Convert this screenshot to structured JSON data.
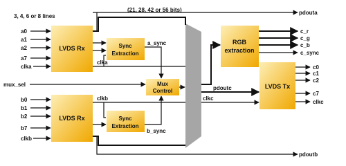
{
  "diagram": {
    "lines_note": "3, 4, 6 or 8 lines",
    "bits_note": "(21, 28, 42 or 56 bits)",
    "blocks": {
      "lvds_rx_a": "LVDS Rx",
      "lvds_rx_b": "LVDS Rx",
      "sync_a": [
        "Sync",
        "Extraction"
      ],
      "sync_b": [
        "Sync",
        "Extraction"
      ],
      "mux": [
        "Mux",
        "Control"
      ],
      "rgb": [
        "RGB",
        "extraction"
      ],
      "lvds_tx": "LVDS Tx"
    },
    "inputs_a": [
      "a0",
      "a1",
      "a2",
      "a7",
      "clka"
    ],
    "inputs_b": [
      "b0",
      "b1",
      "b2",
      "b7",
      "clkb"
    ],
    "mux_sel": "mux_sel",
    "signals": {
      "clka": "clka",
      "clkb": "clkb",
      "a_sync": "a_sync",
      "b_sync": "b_sync",
      "pdoutc": "pdoutc",
      "clkc": "clkc"
    },
    "outputs": {
      "pdouta": "pdouta",
      "pdoutb": "pdoutb",
      "rgb": [
        "c_r",
        "c_g",
        "c_b",
        "c_sync"
      ],
      "tx": [
        "c0",
        "c1",
        "c2",
        "c7",
        "clkc"
      ]
    },
    "colors": {
      "block_light": "#fde9a8",
      "block_dark": "#f0a800",
      "mux_gray": "#a6a6a6"
    }
  }
}
